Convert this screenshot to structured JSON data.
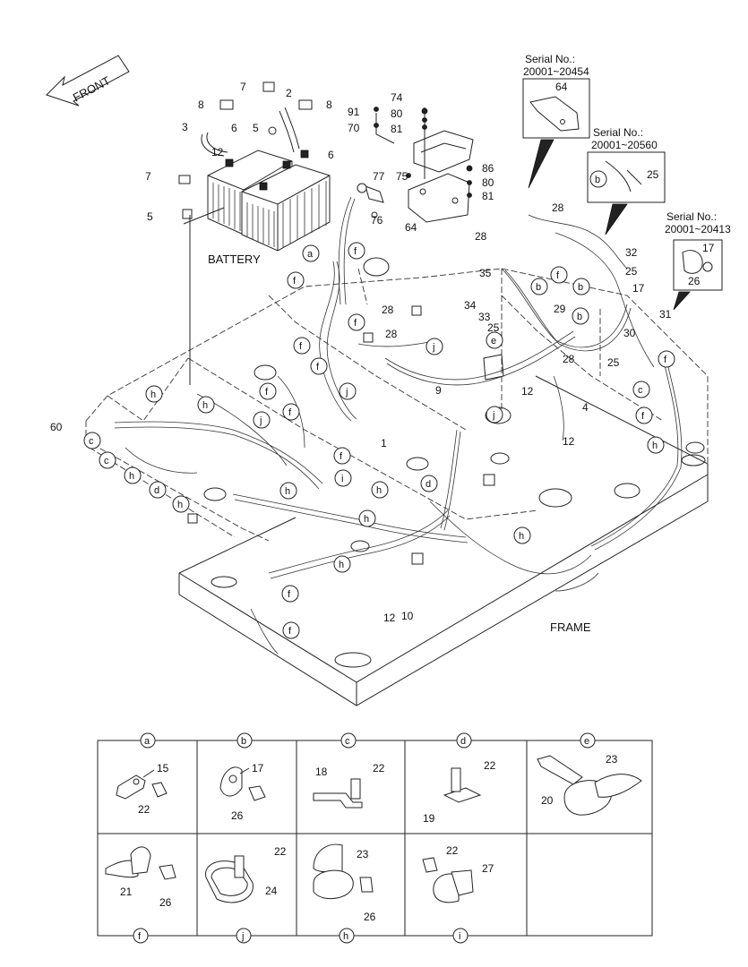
{
  "labels": {
    "front": "FRONT",
    "battery": "BATTERY",
    "frame": "FRAME",
    "serial_a_title": "Serial No.:",
    "serial_a_range": "20001~20454",
    "serial_b_title": "Serial No.:",
    "serial_b_range": "20001~20560",
    "serial_c_title": "Serial No.:",
    "serial_c_range": "20001~20413"
  },
  "part_numbers": {
    "p1": "1",
    "p2": "2",
    "p3": "3",
    "p4": "4",
    "p5": "5",
    "p6": "6",
    "p7": "7",
    "p8": "8",
    "p9": "9",
    "p10": "10",
    "p12": "12",
    "p15": "15",
    "p17": "17",
    "p18": "18",
    "p19": "19",
    "p20": "20",
    "p21": "21",
    "p22": "22",
    "p23": "23",
    "p24": "24",
    "p25": "25",
    "p26": "26",
    "p27": "27",
    "p28": "28",
    "p29": "29",
    "p30": "30",
    "p31": "31",
    "p32": "32",
    "p33": "33",
    "p34": "34",
    "p35": "35",
    "p60": "60",
    "p64": "64",
    "p70": "70",
    "p74": "74",
    "p75": "75",
    "p76": "76",
    "p77": "77",
    "p80": "80",
    "p81": "81",
    "p86": "86",
    "p91": "91"
  },
  "callouts": {
    "a": "a",
    "b": "b",
    "c": "c",
    "d": "d",
    "e": "e",
    "f": "f",
    "h": "h",
    "i": "i",
    "j": "j"
  },
  "detail_cells": {
    "top_row": [
      "a",
      "b",
      "c",
      "d",
      "e"
    ],
    "bottom_row": [
      "f",
      "j",
      "h",
      "i"
    ]
  }
}
